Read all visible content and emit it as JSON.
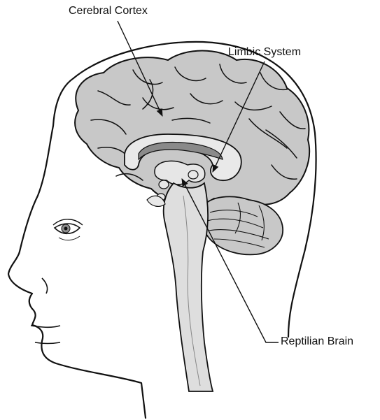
{
  "labels": {
    "cerebral_cortex": "Cerebral Cortex",
    "limbic_system": "Limbic System",
    "reptilian_brain": "Reptilian Brain"
  },
  "colors": {
    "background": "#ffffff",
    "outline": "#111111",
    "cortex_fill": "#c8c8c8",
    "brainstem_fill": "#dedede",
    "limbic_fill": "#e9e9e9",
    "corpus_callosum": "#8a8a8a"
  }
}
